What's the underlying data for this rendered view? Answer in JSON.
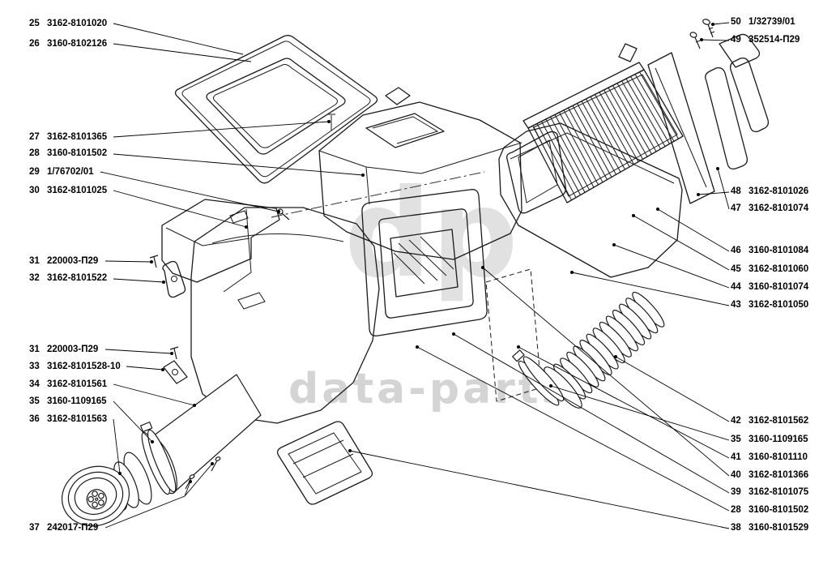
{
  "watermark": {
    "logo": "dp",
    "text": "data-parts"
  },
  "colors": {
    "line": "#1a1a1a",
    "watermark_gray": "#cdcdcd",
    "background": "#ffffff"
  },
  "callouts": {
    "left": [
      {
        "num": "25",
        "part": "3162-8101020"
      },
      {
        "num": "26",
        "part": "3160-8102126"
      },
      {
        "num": "27",
        "part": "3162-8101365"
      },
      {
        "num": "28",
        "part": "3160-8101502"
      },
      {
        "num": "29",
        "part": "1/76702/01"
      },
      {
        "num": "30",
        "part": "3162-8101025"
      },
      {
        "num": "31",
        "part": "220003-П29"
      },
      {
        "num": "32",
        "part": "3162-8101522"
      },
      {
        "num": "31",
        "part": "220003-П29"
      },
      {
        "num": "33",
        "part": "3162-8101528-10"
      },
      {
        "num": "34",
        "part": "3162-8101561"
      },
      {
        "num": "35",
        "part": "3160-1109165"
      },
      {
        "num": "36",
        "part": "3162-8101563"
      },
      {
        "num": "37",
        "part": "242017-П29"
      }
    ],
    "right": [
      {
        "num": "50",
        "part": "1/32739/01"
      },
      {
        "num": "49",
        "part": "352514-П29"
      },
      {
        "num": "48",
        "part": "3162-8101026"
      },
      {
        "num": "47",
        "part": "3162-8101074"
      },
      {
        "num": "46",
        "part": "3160-8101084"
      },
      {
        "num": "45",
        "part": "3162-8101060"
      },
      {
        "num": "44",
        "part": "3160-8101074"
      },
      {
        "num": "43",
        "part": "3162-8101050"
      },
      {
        "num": "42",
        "part": "3162-8101562"
      },
      {
        "num": "35",
        "part": "3160-1109165"
      },
      {
        "num": "41",
        "part": "3160-8101110"
      },
      {
        "num": "40",
        "part": "3162-8101366"
      },
      {
        "num": "39",
        "part": "3162-8101075"
      },
      {
        "num": "28",
        "part": "3160-8101502"
      },
      {
        "num": "38",
        "part": "3160-8101529"
      }
    ]
  }
}
